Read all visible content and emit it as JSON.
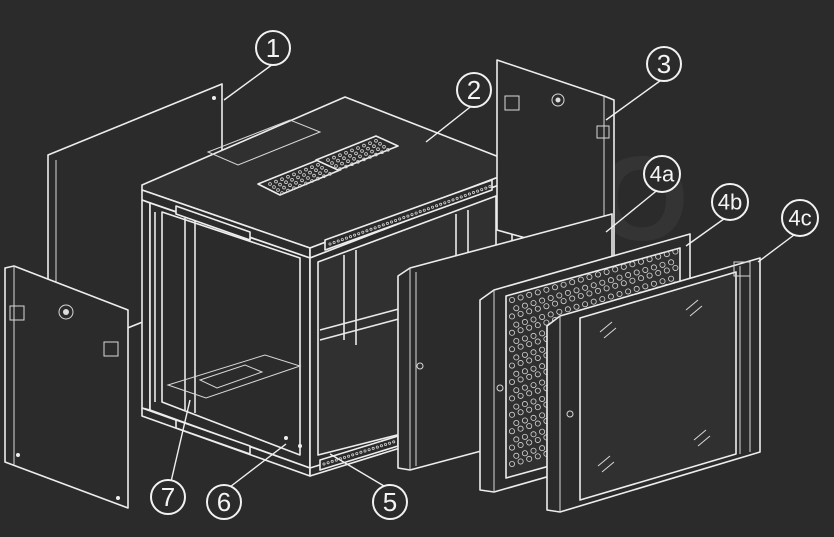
{
  "callouts": {
    "c1": "1",
    "c2": "2",
    "c3": "3",
    "c4a": "4a",
    "c4b": "4b",
    "c4c": "4c",
    "c5": "5",
    "c6": "6",
    "c7": "7"
  },
  "colors": {
    "background": "#2b2b2b",
    "line": "#e9e9e9"
  }
}
